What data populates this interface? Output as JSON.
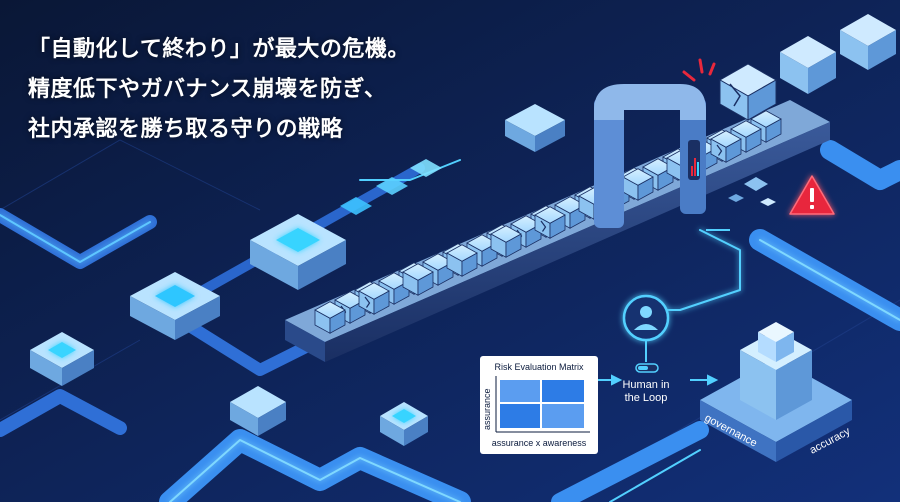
{
  "headline": {
    "line1": "「自動化して終わり」が最大の危機。",
    "line2": "精度低下やガバナンス崩壊を防ぎ、",
    "line3": "社内承認を勝ち取る守りの戦略"
  },
  "matrix": {
    "title": "Risk Evaluation Matrix",
    "y_label": "assurance",
    "x_label": "assurance x awareness"
  },
  "hitl": {
    "label_line1": "Human in",
    "label_line2": "the Loop"
  },
  "platform": {
    "left_label": "governance",
    "right_label": "accuracy"
  },
  "colors": {
    "background": "#0d1f4a",
    "pipe": "#3a8ff0",
    "block": "#9fd6ff",
    "alert": "#e8283c",
    "glow": "#3fd9ff"
  },
  "icons": [
    "warning-icon",
    "user-icon",
    "chart-icon",
    "crack-icon"
  ]
}
